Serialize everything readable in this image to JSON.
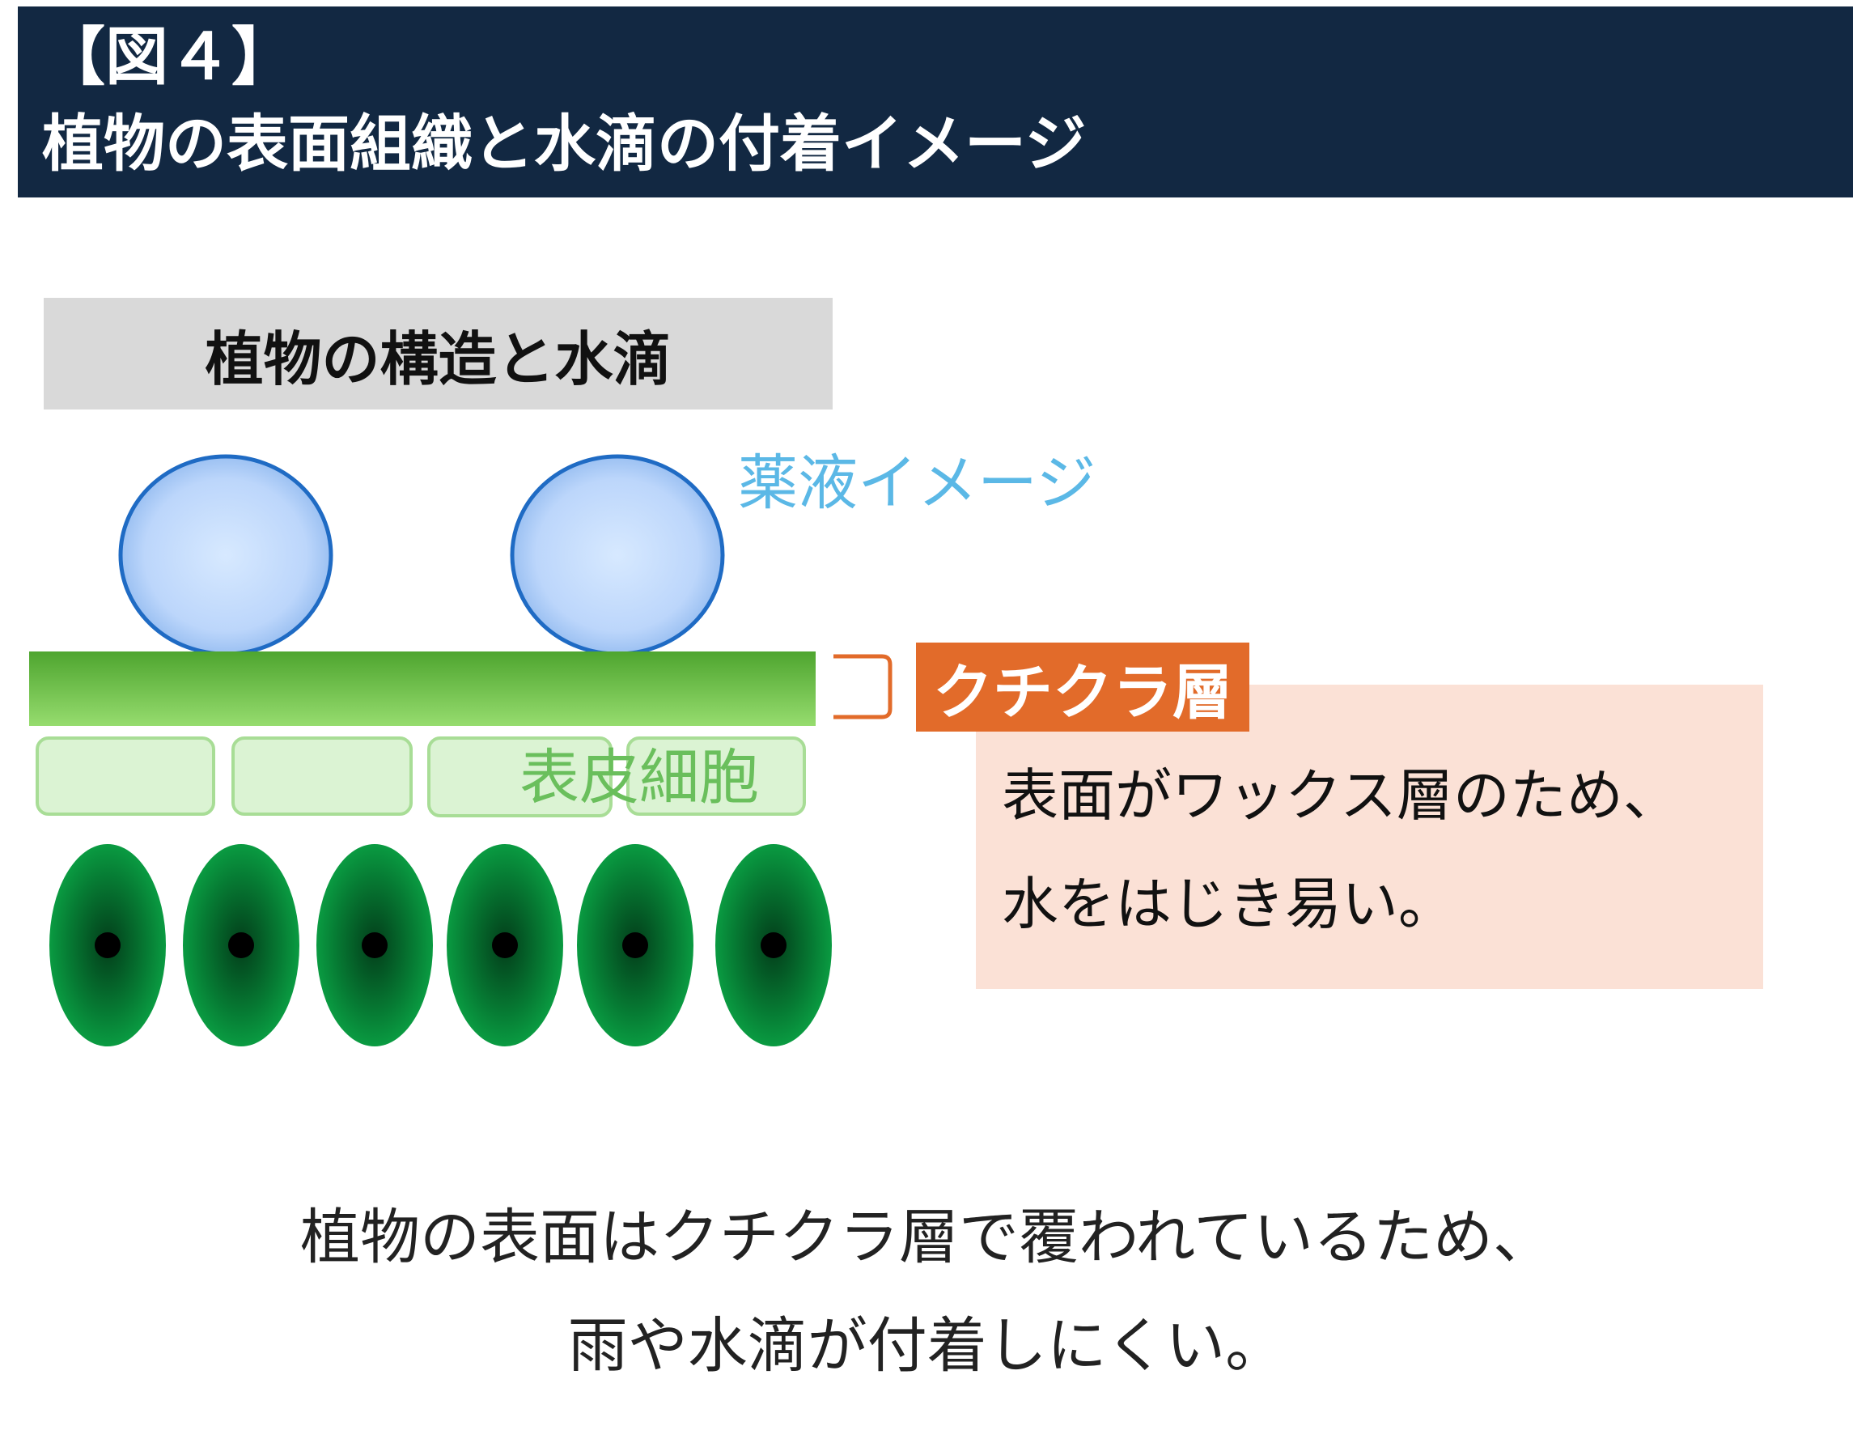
{
  "header": {
    "figure_number": "【図４】",
    "title": "植物の表面組織と水滴の付着イメージ"
  },
  "section_label": "植物の構造と水滴",
  "labels": {
    "droplet": "薬液イメージ",
    "epidermis": "表皮細胞",
    "cuticle": "クチクラ層"
  },
  "note": {
    "line1": "表面がワックス層のため、",
    "line2": "水をはじき易い。"
  },
  "caption": {
    "line1": "植物の表面はクチクラ層で覆われているため、",
    "line2": "雨や水滴が付着しにくい。"
  },
  "colors": {
    "header_bg": "#122842",
    "cuticle_tag": "#e26b2a",
    "note_bg": "#fbe1d6",
    "droplet_label": "#5bb8e6",
    "epidermis_label": "#6abf5c",
    "cuticle_layer": "#6cc04a",
    "cells": "#0aa64a"
  }
}
